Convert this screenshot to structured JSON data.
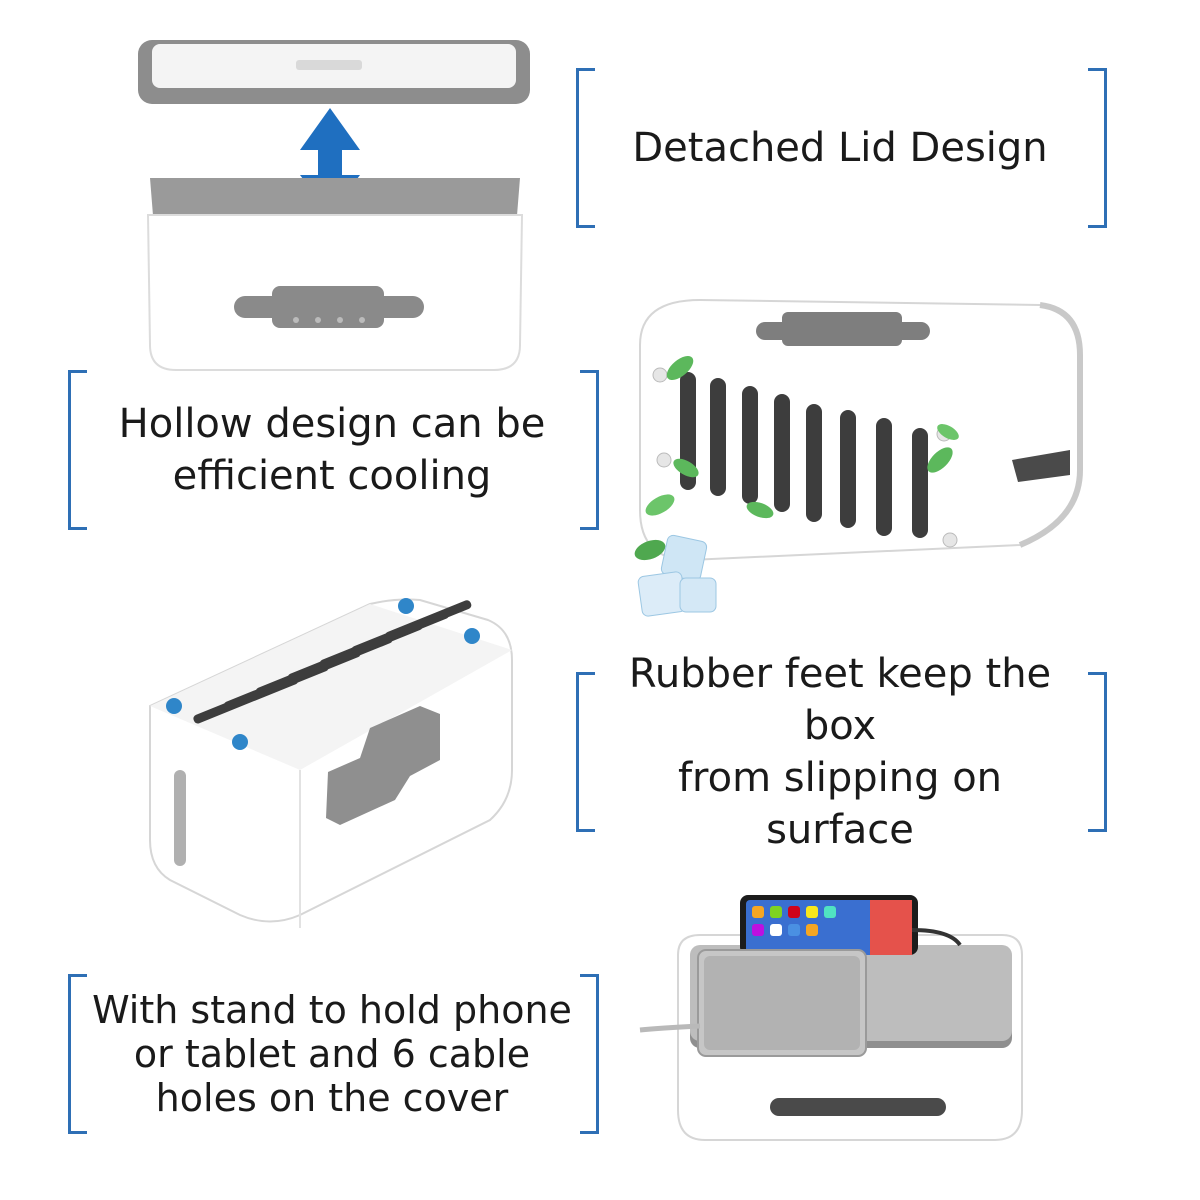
{
  "captions": {
    "lid": "Detached Lid Design",
    "cooling_line1": "Hollow design can be",
    "cooling_line2": "efficient cooling",
    "feet_line1": "Rubber feet keep the box",
    "feet_line2": "from slipping on surface",
    "stand_line1": "With stand to hold phone",
    "stand_line2": "or tablet and 6 cable",
    "stand_line3": "holes on the cover"
  },
  "colors": {
    "accent": "#2e6fb5",
    "box_white": "#ffffff",
    "box_grey": "#8a8a8a",
    "rubber_feet": "#2f86c9",
    "leaf_green": "#5cb85c"
  }
}
